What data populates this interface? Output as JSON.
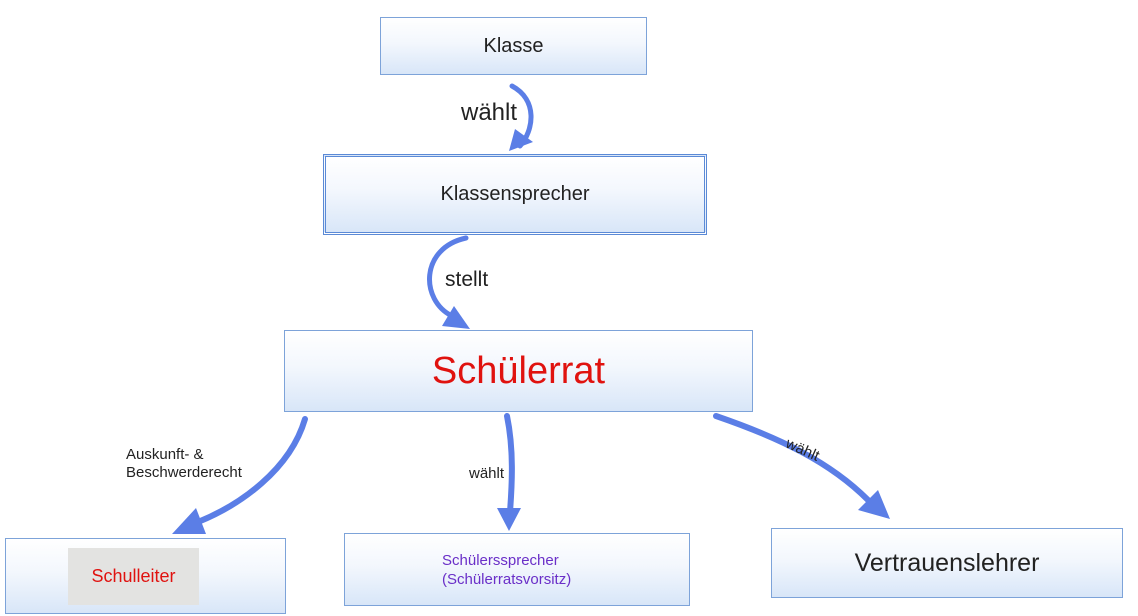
{
  "nodes": {
    "klasse": "Klasse",
    "klassensprecher": "Klassensprecher",
    "schuelerrat": "Schülerrat",
    "schulleiter": "Schulleiter",
    "schuelersprecher_line1": "Schülerssprecher",
    "schuelersprecher_line2": "(Schülerratsvorsitz)",
    "vertrauenslehrer": "Vertrauenslehrer"
  },
  "edges": {
    "klasse_to_klassensprecher": "wählt",
    "klassensprecher_to_schuelerrat": "stellt",
    "schuelerrat_to_schulleiter_line1": "Auskunft- &",
    "schuelerrat_to_schulleiter_line2": "Beschwerderecht",
    "schuelerrat_to_schuelersprecher": "wählt",
    "schuelerrat_to_vertrauenslehrer": "wählt"
  },
  "colors": {
    "arrow": "#5b7ee6",
    "highlight_red": "#e0120f",
    "purple_text": "#6a2fc8",
    "box_border": "#7da3d9"
  }
}
